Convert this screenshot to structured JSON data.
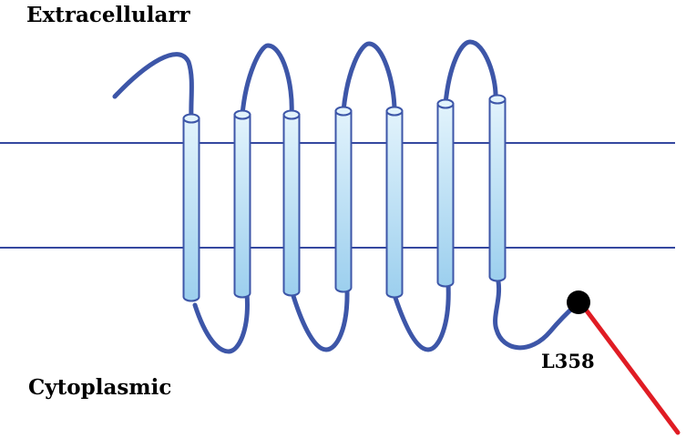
{
  "labels": {
    "extracellular": "Extracellularr",
    "cytoplasmic": "Cytoplasmic",
    "residue": "L358"
  },
  "colors": {
    "membrane_line": "#3548a0",
    "loop": "#3d56a8",
    "helix_fill_top": "#e2f3fc",
    "helix_fill_bottom": "#9ccfee",
    "helix_outline": "#3d56a8",
    "residue_marker": "#000000",
    "truncation_line": "#e01c24"
  },
  "diagram": {
    "transmembrane_helix_count": 7,
    "residue_marker_shape": "filled-circle"
  }
}
